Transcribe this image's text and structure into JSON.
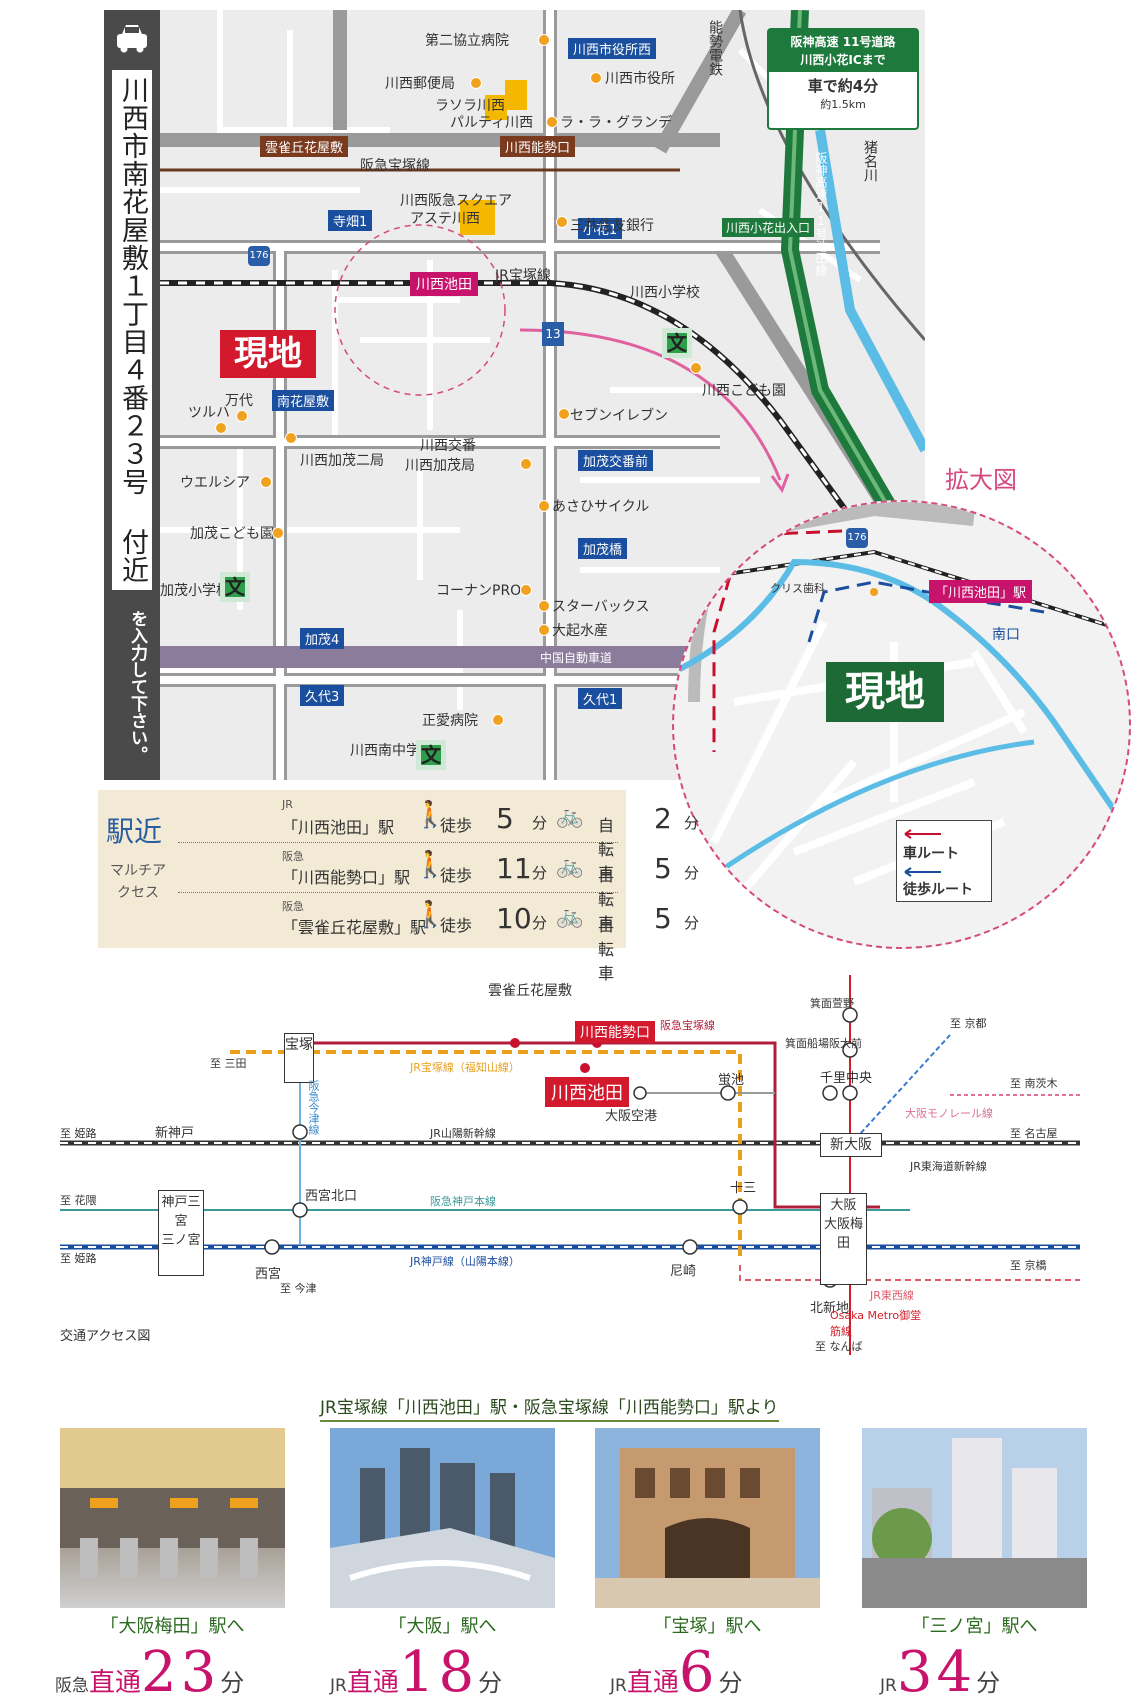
{
  "address": {
    "text": "川西市南花屋敷１丁目４番２３号 付近",
    "hint": "を入力して下さい。",
    "car_icon": "car-icon"
  },
  "map": {
    "genchi": "現地",
    "highway_box": {
      "title": "阪神高速 11号道路",
      "subtitle": "川西小花ICまで",
      "time": "車で約4分",
      "distance": "約1.5km"
    },
    "stations": {
      "kawanishi_ikeda": "川西池田",
      "kawanishi_noseguchi": "川西能勢口",
      "unjagaoka": "雲雀丘花屋敷"
    },
    "lines": {
      "hankyu_takarazuka": "阪急宝塚線",
      "jr_takarazuka": "JR宝塚線",
      "nose": "能勢電鉄",
      "hanshin11": "阪神高速11号池田線",
      "chugoku": "中国自動車道",
      "inagawa": "猪名川"
    },
    "intersections": [
      "川西市役所西",
      "寺畑1",
      "小花1",
      "南花屋敷",
      "加茂交番前",
      "加茂橋",
      "加茂4",
      "久代3",
      "久代1",
      "川西小花出入口"
    ],
    "route_numbers": [
      "176",
      "13"
    ],
    "pois": [
      "第二協立病院",
      "川西市役所",
      "川西郵便局",
      "ラソラ川西",
      "パルティ川西",
      "ラ・ラ・グランデ",
      "川西阪急スクエア",
      "アステ川西",
      "三井住友銀行",
      "川西小学校",
      "川西こども園",
      "セブンイレブン",
      "ツルハ",
      "万代",
      "川西加茂二局",
      "川西交番",
      "川西加茂局",
      "ウエルシア",
      "あさひサイクル",
      "加茂こども園",
      "加茂小学校",
      "コーナンPRO",
      "スターバックス",
      "大起水産",
      "正愛病院",
      "川西南中学校"
    ]
  },
  "zoom": {
    "title": "拡大図",
    "genchi": "現地",
    "terahata": "寺畑1",
    "route": "176",
    "station": "「川西池田」駅",
    "south_exit": "南口",
    "clinic": "クリス歯科",
    "legend": {
      "car": "車ルート",
      "walk": "徒歩ルート"
    }
  },
  "access": {
    "title": "駅近",
    "subtitle": "マルチアクセス",
    "rows": [
      {
        "line": "JR",
        "station": "「川西池田」駅",
        "walk_label": "徒歩",
        "walk": "5",
        "bike_label": "自転車",
        "bike": "2",
        "unit": "分"
      },
      {
        "line": "阪急",
        "station": "「川西能勢口」駅",
        "walk_label": "徒歩",
        "walk": "11",
        "bike_label": "自転車",
        "bike": "5",
        "unit": "分"
      },
      {
        "line": "阪急",
        "station": "「雲雀丘花屋敷」駅",
        "walk_label": "徒歩",
        "walk": "10",
        "bike_label": "自転車",
        "bike": "5",
        "unit": "分"
      }
    ]
  },
  "route_map": {
    "caption": "交通アクセス図",
    "stations": {
      "takarazuka": "宝塚",
      "unjagaoka": "雲雀丘花屋敷",
      "noseguchi": "川西能勢口",
      "ikeda": "川西池田",
      "osaka_airport": "大阪空港",
      "hotarugaike": "蛍池",
      "senri": "千里中央",
      "mino": "箕面萱野",
      "mino_funaba": "箕面船場阪大前",
      "shin_osaka": "新大阪",
      "juso": "十三",
      "osaka": "大阪",
      "umeda": "大阪梅田",
      "shinkobe": "新神戸",
      "nishinomiya_kitaguchi": "西宮北口",
      "sannomiya_kobe": "神戸三宮",
      "sannomiya": "三ノ宮",
      "nishinomiya": "西宮",
      "amagasaki": "尼崎",
      "kitashinchi": "北新地"
    },
    "lines": {
      "hankyu_takarazuka": "阪急宝塚線",
      "jr_takarazuka": "JR宝塚線（福知山線）",
      "hankyu_imazu": "阪急今津線",
      "shinkansen_sanyo": "JR山陽新幹線",
      "shinkansen_tokaido": "JR東海道新幹線",
      "hankyu_kobe": "阪急神戸本線",
      "jr_kobe": "JR神戸線（山陽本線）",
      "jr_tozai": "JR東西線",
      "monorail": "大阪モノレール線",
      "midosuji": "Osaka Metro御堂筋線"
    },
    "to": {
      "sanda": "至 三田",
      "himeji1": "至 姫路",
      "hanakuma": "至 花隈",
      "himeji2": "至 姫路",
      "imazu": "至 今津",
      "kyoto": "至 京都",
      "minami_ibaraki": "至 南茨木",
      "nagoya": "至 名古屋",
      "kyobashi": "至 京橋",
      "namba": "至 なんば"
    }
  },
  "photos": {
    "heading": "JR宝塚線「川西池田」駅・阪急宝塚線「川西能勢口」駅より",
    "items": [
      {
        "title": "「大阪梅田」駅へ",
        "prefix": "阪急",
        "direct": "直通",
        "minutes": "23",
        "unit": "分"
      },
      {
        "title": "「大阪」駅へ",
        "prefix": "JR",
        "direct": "直通",
        "minutes": "18",
        "unit": "分"
      },
      {
        "title": "「宝塚」駅へ",
        "prefix": "JR",
        "direct": "直通",
        "minutes": "6",
        "unit": "分"
      },
      {
        "title": "「三ノ宮」駅へ",
        "prefix": "JR",
        "direct": "",
        "minutes": "34",
        "unit": "分"
      }
    ]
  }
}
